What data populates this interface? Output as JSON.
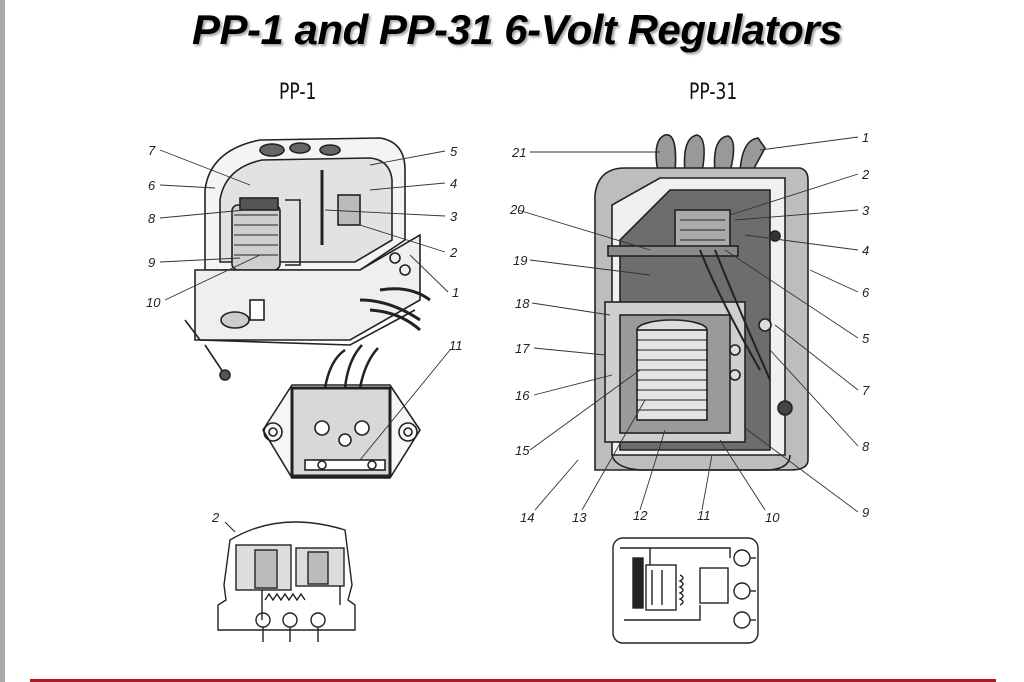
{
  "title": "PP-1 and PP-31 6-Volt Regulators",
  "figures": [
    {
      "name": "PP-1",
      "callouts": [
        "1",
        "2",
        "3",
        "4",
        "5",
        "6",
        "7",
        "8",
        "9",
        "10",
        "11"
      ],
      "schematic_callout": "2"
    },
    {
      "name": "PP-31",
      "callouts": [
        "1",
        "2",
        "3",
        "4",
        "5",
        "6",
        "7",
        "8",
        "9",
        "10",
        "11",
        "12",
        "13",
        "14",
        "15",
        "16",
        "17",
        "18",
        "19",
        "20",
        "21"
      ]
    }
  ],
  "colors": {
    "rule": "#b01820",
    "ink": "#222222",
    "strip": "#a9a9a9"
  }
}
